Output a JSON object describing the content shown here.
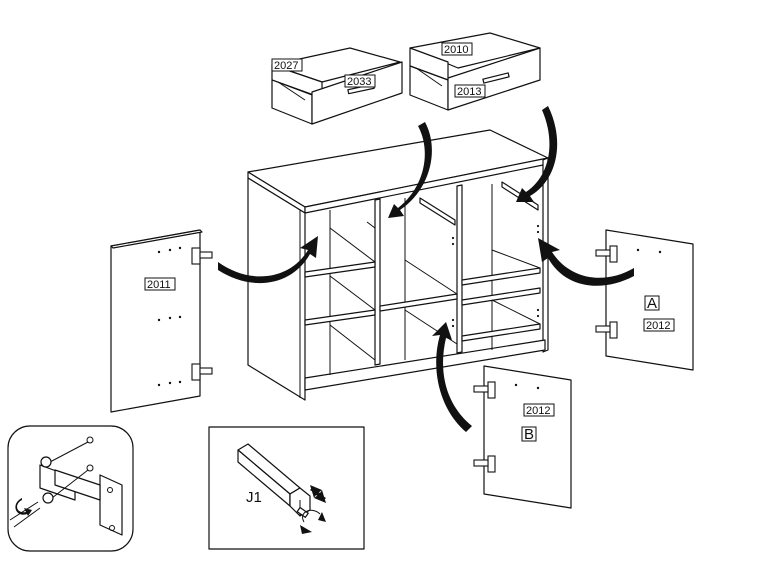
{
  "diagram": {
    "type": "furniture assembly instruction",
    "drawers": [
      {
        "name": "left-drawer",
        "side_label": "2027",
        "front_label": "2033"
      },
      {
        "name": "right-drawer",
        "side_label": "2010",
        "front_label": "2013"
      }
    ],
    "doors": [
      {
        "name": "left-door",
        "label": "2011",
        "position_letter": ""
      },
      {
        "name": "right-door",
        "label": "2012",
        "position_letter": "A"
      },
      {
        "name": "bottom-door",
        "label": "2012",
        "position_letter": "B"
      }
    ],
    "insets": [
      {
        "name": "hinge-screw-detail",
        "caption": ""
      },
      {
        "name": "allen-key-detail",
        "caption": "J1"
      }
    ],
    "colors": {
      "line": "#111111",
      "background": "#ffffff"
    }
  }
}
